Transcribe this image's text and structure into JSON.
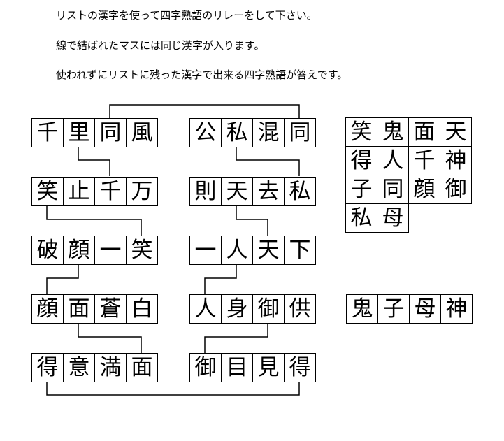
{
  "instructions": [
    "リストの漢字を使って四字熟語のリレーをして下さい。",
    "線で結ばれたマスには同じ漢字が入ります。",
    "使われずにリストに残った漢字で出来る四字熟語が答えです。"
  ],
  "left_column": [
    [
      "千",
      "里",
      "同",
      "風"
    ],
    [
      "笑",
      "止",
      "千",
      "万"
    ],
    [
      "破",
      "顔",
      "一",
      "笑"
    ],
    [
      "顔",
      "面",
      "蒼",
      "白"
    ],
    [
      "得",
      "意",
      "満",
      "面"
    ]
  ],
  "middle_column": [
    [
      "公",
      "私",
      "混",
      "同"
    ],
    [
      "則",
      "天",
      "去",
      "私"
    ],
    [
      "一",
      "人",
      "天",
      "下"
    ],
    [
      "人",
      "身",
      "御",
      "供"
    ],
    [
      "御",
      "目",
      "見",
      "得"
    ]
  ],
  "kanji_list": [
    "笑",
    "鬼",
    "面",
    "天",
    "得",
    "人",
    "千",
    "神",
    "子",
    "同",
    "顔",
    "御",
    "私",
    "母"
  ],
  "answer": [
    "鬼",
    "子",
    "母",
    "神"
  ]
}
